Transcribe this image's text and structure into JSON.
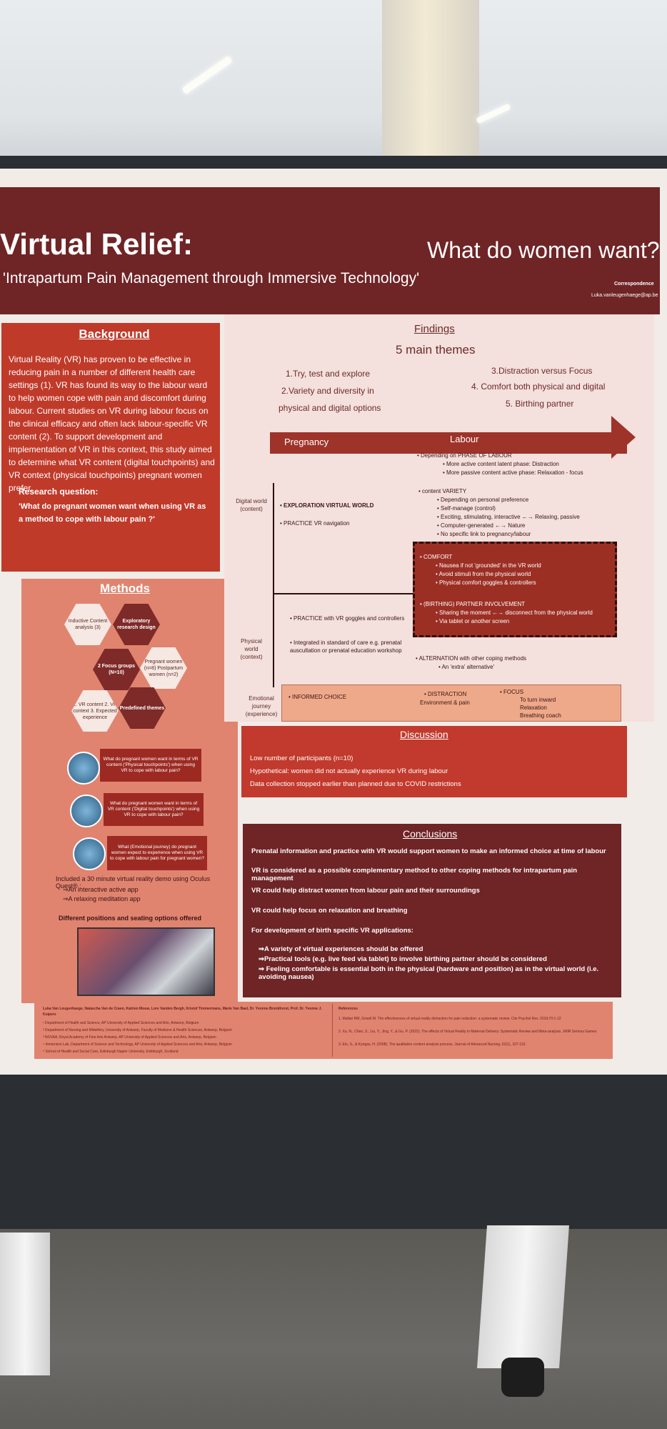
{
  "poster": {
    "title": "Virtual Relief:",
    "subtitle": "'Intrapartum Pain Management through Immersive Technology'",
    "question": "What do women want?",
    "correspondence_label": "Correspondence",
    "email": "Luka.vanleugenhaege@ap.be"
  },
  "background": {
    "title": "Background",
    "text": "Virtual Reality (VR) has proven to be effective in reducing pain in a number of different health care settings (1). VR has found its way to the labour ward to help women cope with pain and discomfort during labour. Current studies on VR during labour focus on the clinical efficacy and often lack labour-specific VR content (2). To support development and implementation of VR in this context, this study aimed to determine what VR content (digital touchpoints) and VR context (physical touchpoints) pregnant women prefer.",
    "rq_label": "Research question:",
    "rq_text": "'What do pregnant women want when using VR as a method to cope with labour pain ?'"
  },
  "methods": {
    "title": "Methods",
    "hex_inductive": "Inductive Content analysis (3)",
    "hex_exploratory": "Exploratory research design",
    "hex_focus": "2 Focus groups (N=10)",
    "hex_women": "Pregnant women (n=8) Postpartum women (n=2)",
    "hex_vr": "1. VR content 2. VR context 3. Expected experience",
    "hex_predefined": "Predefined themes",
    "q1": "What do pregnant women want in terms of VR content ('Physical touchpoints') when using VR to cope with labour pain?",
    "q2": "What do pregnant women want in terms of VR content ('Digital touchpoints') when using VR to cope with labour pain?",
    "q3": "What (Emotional journey) do pregnant women expect to experience when using VR to cope with labour pain for pregnant women?",
    "demo": "Included a 30 minute virtual reality demo using Oculus Quest® :",
    "demo_a": "⇒An interactive active app",
    "demo_b": "⇒A relaxing meditation app",
    "positions": "Different positions and seating options offered"
  },
  "findings": {
    "title": "Findings",
    "main": "5 main themes",
    "t1": "1.Try, test and explore",
    "t2": "2.Variety and diversity in",
    "t2b": "physical and digital options",
    "t3": "3.Distraction versus Focus",
    "t4": "4. Comfort both physical and digital",
    "t5": "5. Birthing partner",
    "pregnancy": "Pregnancy",
    "labour": "Labour",
    "row_digital": "Digital world (content)",
    "row_physical": "Physical world (context)",
    "row_emotional": "Emotional journey (experience)",
    "phase": "• Depending on PHASE OF LABOUR",
    "phase1": "• More active content latent phase: Distraction",
    "phase2": "• More passive content active phase: Relaxation - focus",
    "explore": "• EXPLORATION VIRTUAL WORLD",
    "practice_vr": "• PRACTICE VR navigation",
    "variety": "• content VARIETY",
    "var1": "• Depending on personal preference",
    "var2": "• Self-manage (control)",
    "var3": "• Exciting, stimulating, interactive ←→ Relaxing, passive",
    "var4": "• Computer-generated ←→ Nature",
    "var5": "• No specific link to pregnancy/labour",
    "comfort": "• COMFORT",
    "com1": "• Nausea if not 'grounded' in the VR world",
    "com2": "• Avoid stimuli from the physical world",
    "com3": "• Physical comfort goggles & controllers",
    "partner": "• (BIRTHING) PARTNER INVOLVEMENT",
    "par1": "• Sharing the moment ←→ disconnect from the physical world",
    "par2": "• Via tablet or another screen",
    "practice_goggles": "• PRACTICE with VR goggles and controllers",
    "integrated": "• Integrated in standard of care e.g. prenatal auscultation or prenatal education workshop",
    "alternation": "• ALTERNATION with other coping methods",
    "alt1": "• An 'extra' alternative'",
    "informed": "• INFORMED CHOICE",
    "distraction": "• DISTRACTION",
    "distraction2": "Environment & pain",
    "focus": "• FOCUS",
    "focus1": "To turn inward",
    "focus2": "Relaxation",
    "focus3": "Breathing coach"
  },
  "discussion": {
    "title": "Discussion",
    "l1": "Low number of participants (n=10)",
    "l2": "Hypothetical: women did not actually experience VR during labour",
    "l3": "Data collection stopped earlier than planned due to COVID restrictions"
  },
  "conclusions": {
    "title": "Conclusions",
    "l1": "Prenatal information and practice with VR would support women to make an informed choice at time of labour",
    "l2": "VR is considered as a possible complementary method to other coping methods for intrapartum pain management",
    "l3": "VR could help distract women from labour pain and their surroundings",
    "l4": "VR could help focus on relaxation and breathing",
    "l5": "For development of birth specific VR applications:",
    "l6": "⇒A variety of virtual experiences should be offered",
    "l7": "⇒Practical tools (e.g. live feed via tablet) to involve birthing partner should be considered",
    "l8": "⇒ Feeling comfortable is essential both in the physical (hardware and position) as in the virtual world (i.e. avoiding nausea)"
  },
  "footer": {
    "authors": "Luka Van Leugenhaege, Natascha Van de Craen, Katrien Mouw, Lore Vanden Bergh, Kristof Timmermans, Marie Van Bael, Dr. Yvonne Bronkhorst, Prof. Dr. Yvonne J. Kuipers",
    "aff1": "¹ Department of Health and Science, AP University of Applied Sciences and Arts, Antwerp, Belgium",
    "aff2": "² Department of Nursing and Midwifery, University of Antwerp, Faculty of Medicine & Health Sciences, Antwerp, Belgium",
    "aff3": "³ NOVAA, Royal Academy of Fine Arts Antwerp, AP University of Applied Sciences and Arts, Antwerp, Belgium",
    "aff4": "⁴ Immersive Lab, Department of Science and Technology, AP University of Applied Sciences and Arts, Antwerp, Belgium",
    "aff5": "⁵ School of Health and Social Care, Edinburgh Napier University, Edinburgh, Scotland",
    "ref_title": "References",
    "ref1": "1. Mallari RM, Grisell M. The effectiveness of virtual reality distraction for pain reduction: a systematic review. Clin Psychol Rev. 2019;70:1-12",
    "ref2": "2. Xu, N., Chen, S., Liu, Y., Jing, Y., & Gu, P. (2022). The effects of Virtual Reality in Maternal Delivery: Systematic Review and Meta-analysis. JMIR Serious Games",
    "ref3": "3. Elo, S., & Kyngas, H. (2008). The qualitative content analysis process. Journal of Advanced Nursing, 62(1), 107-115."
  }
}
